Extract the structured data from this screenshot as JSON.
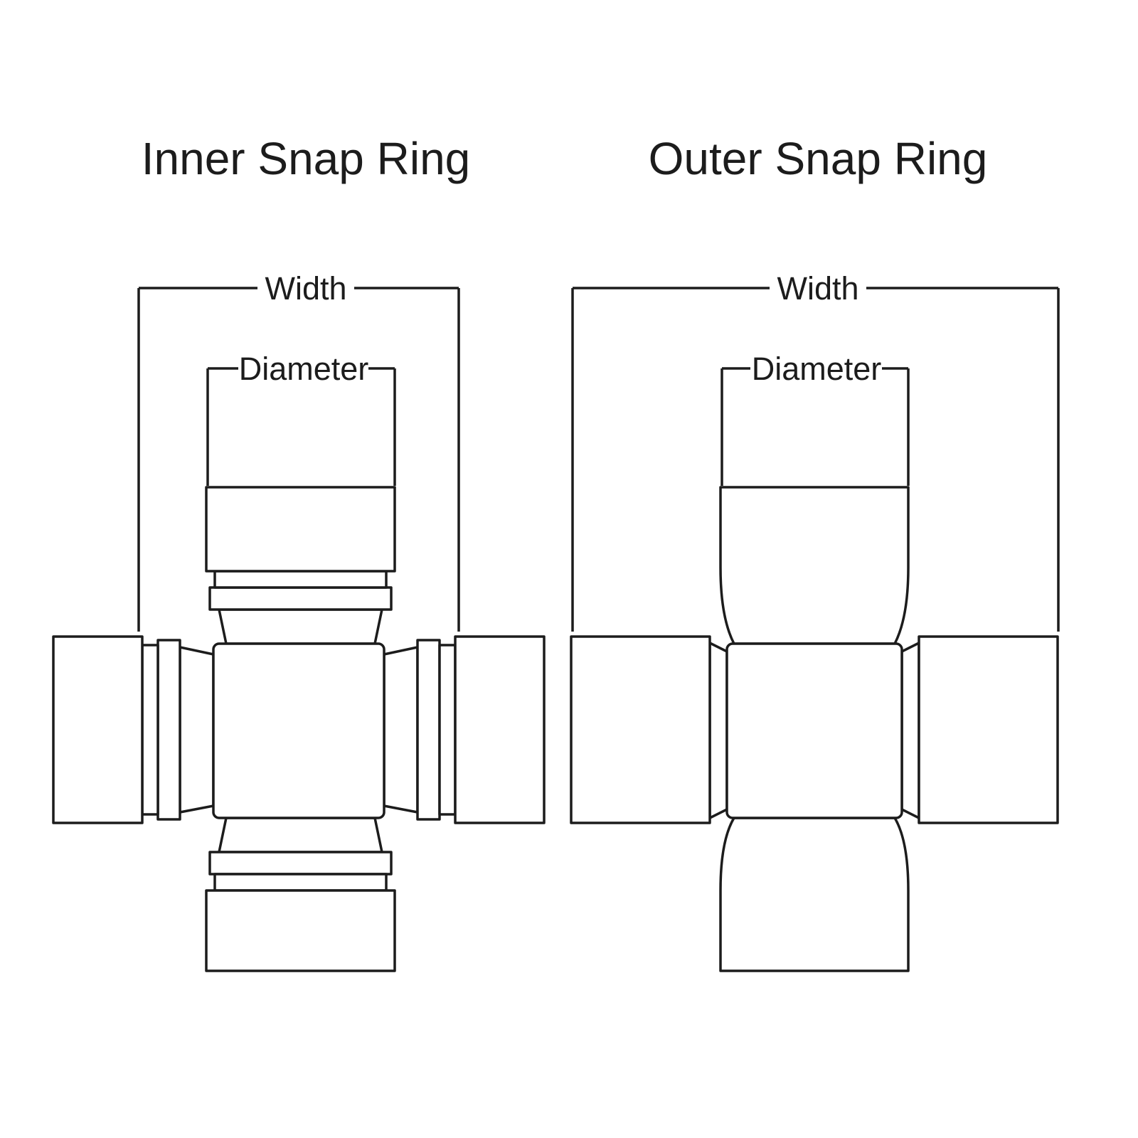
{
  "page": {
    "background": "#ffffff",
    "line_color": "#1c1c1c"
  },
  "diagrams": {
    "inner": {
      "title": "Inner Snap Ring",
      "width_label": "Width",
      "diameter_label": "Diameter"
    },
    "outer": {
      "title": "Outer Snap Ring",
      "width_label": "Width",
      "diameter_label": "Diameter"
    }
  }
}
